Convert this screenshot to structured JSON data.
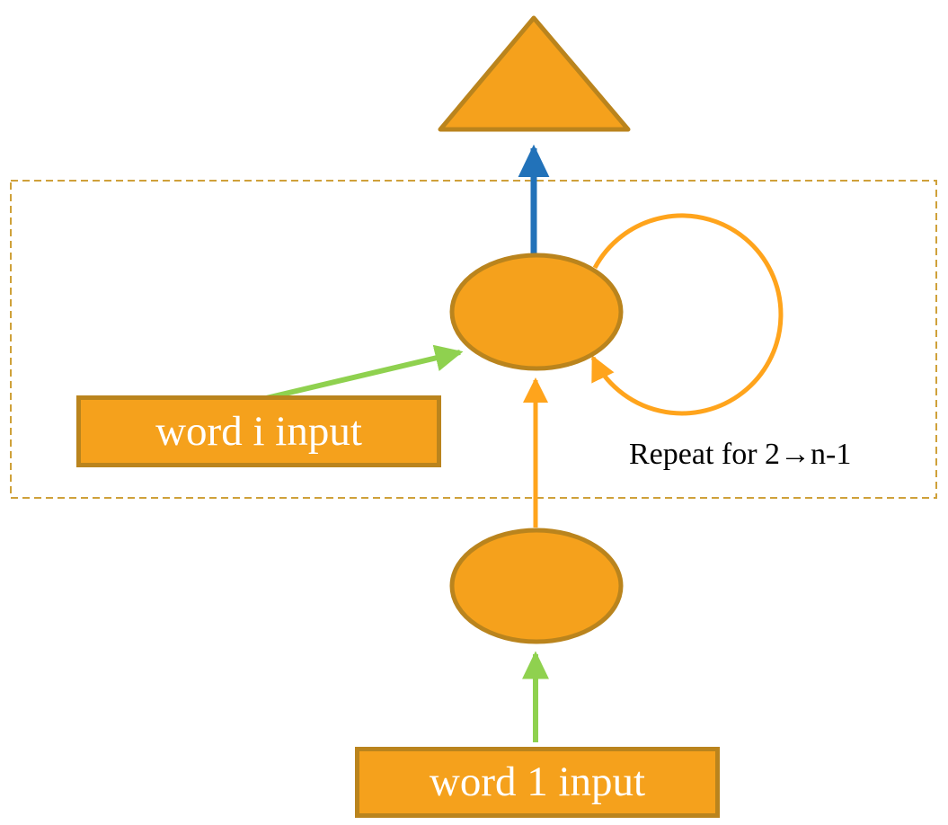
{
  "diagram": {
    "note": "Repeat for 2→n-1",
    "boxes": {
      "word_i": "word i input",
      "word_1": "word 1 input"
    },
    "colors": {
      "shape_fill": "#F5A11C",
      "shape_border": "#BA841D",
      "arrow_orange": "#FFA41C",
      "arrow_green": "#8FD14F",
      "arrow_blue": "#2272B9",
      "dashed_box": "#CFA13A",
      "box_text": "#FFFFFF",
      "note_text": "#000000"
    }
  }
}
